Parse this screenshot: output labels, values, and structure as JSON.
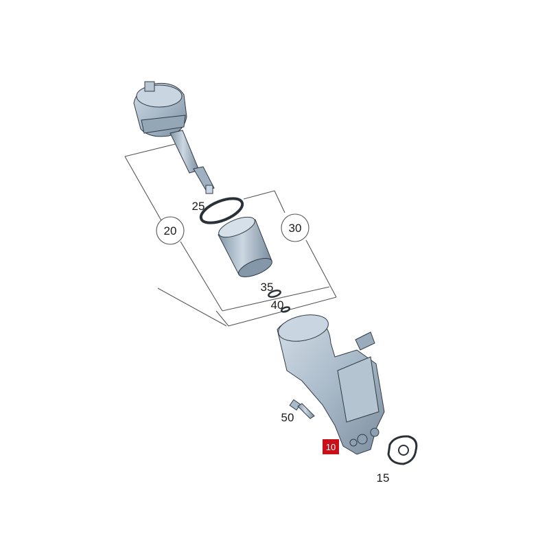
{
  "parts": {
    "p10": {
      "label": "10",
      "name": "oil filter housing with cooler",
      "highlight_color": "#c8101a"
    },
    "p15": {
      "label": "15",
      "name": "gasket"
    },
    "p20": {
      "label": "20",
      "name": "filter cap"
    },
    "p25": {
      "label": "25",
      "name": "o-ring"
    },
    "p30": {
      "label": "30",
      "name": "filter element"
    },
    "p35": {
      "label": "35",
      "name": "seal ring"
    },
    "p40": {
      "label": "40",
      "name": "seal ring"
    },
    "p50": {
      "label": "50",
      "name": "bolt"
    }
  },
  "colors": {
    "part_fill": "#a9bac9",
    "part_dark": "#7f92a3",
    "part_light": "#c9d6e1",
    "line": "#555555"
  }
}
